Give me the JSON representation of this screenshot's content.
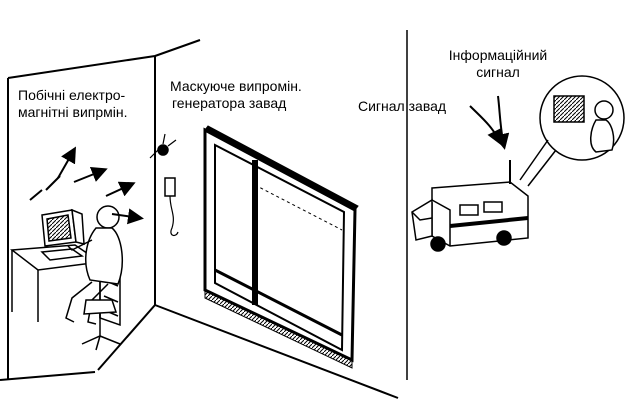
{
  "labels": {
    "side_emissions_line1": "Побічні електро-",
    "side_emissions_line2": "магнітні випрмін.",
    "masking_line1": "Маскуюче випромін.",
    "masking_line2": "генератора завад",
    "noise_signal": "Сигнал завад",
    "info_signal_line1": "Інформаційний",
    "info_signal_line2": "сигнал"
  },
  "colors": {
    "ink": "#000000",
    "paper": "#ffffff"
  }
}
